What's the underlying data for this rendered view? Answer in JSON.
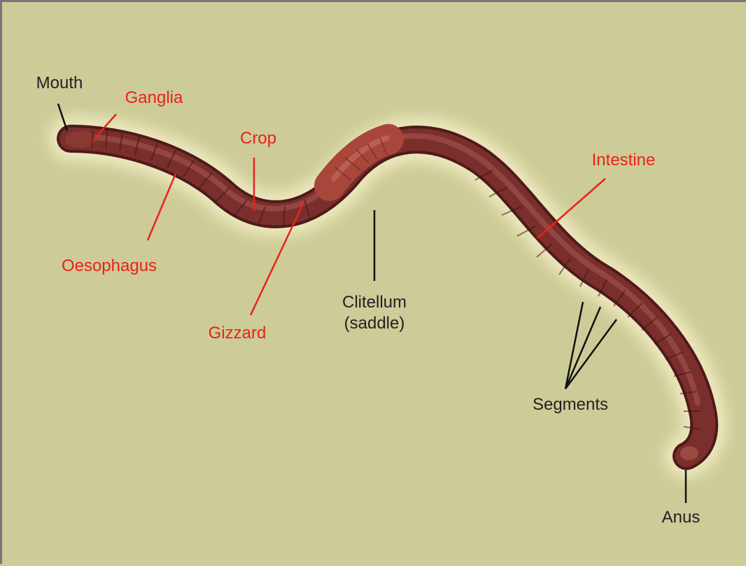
{
  "colors": {
    "background": "#cdcb97",
    "border": "#777777",
    "worm_body": "#7a2f2c",
    "worm_dark": "#4e1a1a",
    "worm_highlight": "#b06a5e",
    "clitellum": "#a8463c",
    "halo": "#f2efc7",
    "label_red": "#e8231c",
    "label_black": "#222222"
  },
  "labels": {
    "mouth": "Mouth",
    "ganglia": "Ganglia",
    "crop": "Crop",
    "oesophagus": "Oesophagus",
    "gizzard": "Gizzard",
    "clitellum_line1": "Clitellum",
    "clitellum_line2": "(saddle)",
    "intestine": "Intestine",
    "segments": "Segments",
    "anus": "Anus"
  }
}
